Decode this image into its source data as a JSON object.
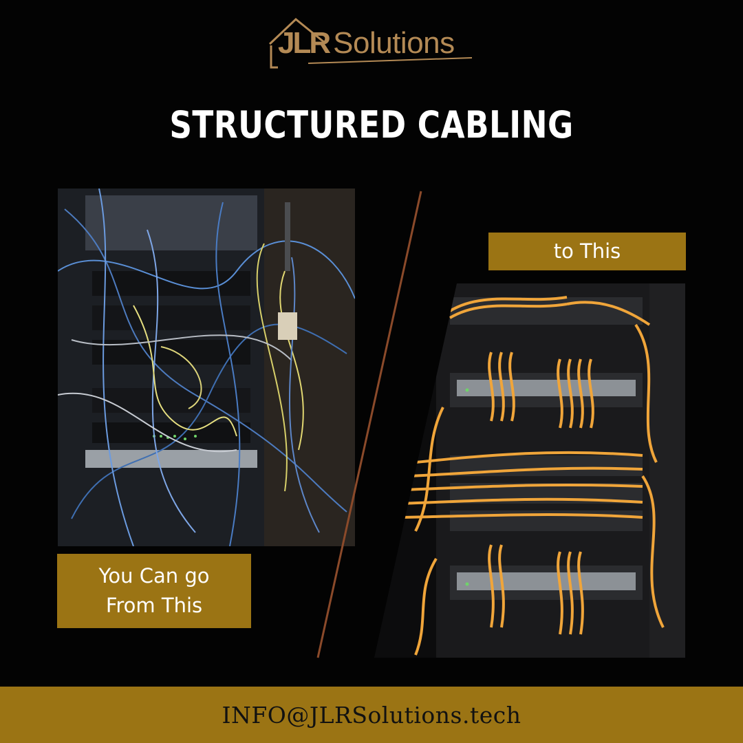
{
  "brand": {
    "logo_letter_j": "J",
    "logo_letters_lr": "LR",
    "logo_word": "Solutions",
    "color": "#b48a55"
  },
  "headline": "STRUCTURED CABLING",
  "before": {
    "label_line1": "You Can go",
    "label_line2": "From This",
    "photo_icon": "messy-cable-rack-photo"
  },
  "after": {
    "label": "to This",
    "photo_icon": "organized-cable-rack-photo"
  },
  "footer": {
    "email": "INFO@JLRSolutions.tech"
  },
  "colors": {
    "background": "#030303",
    "accent": "#9b7414",
    "divider": "#8b4a2a"
  }
}
